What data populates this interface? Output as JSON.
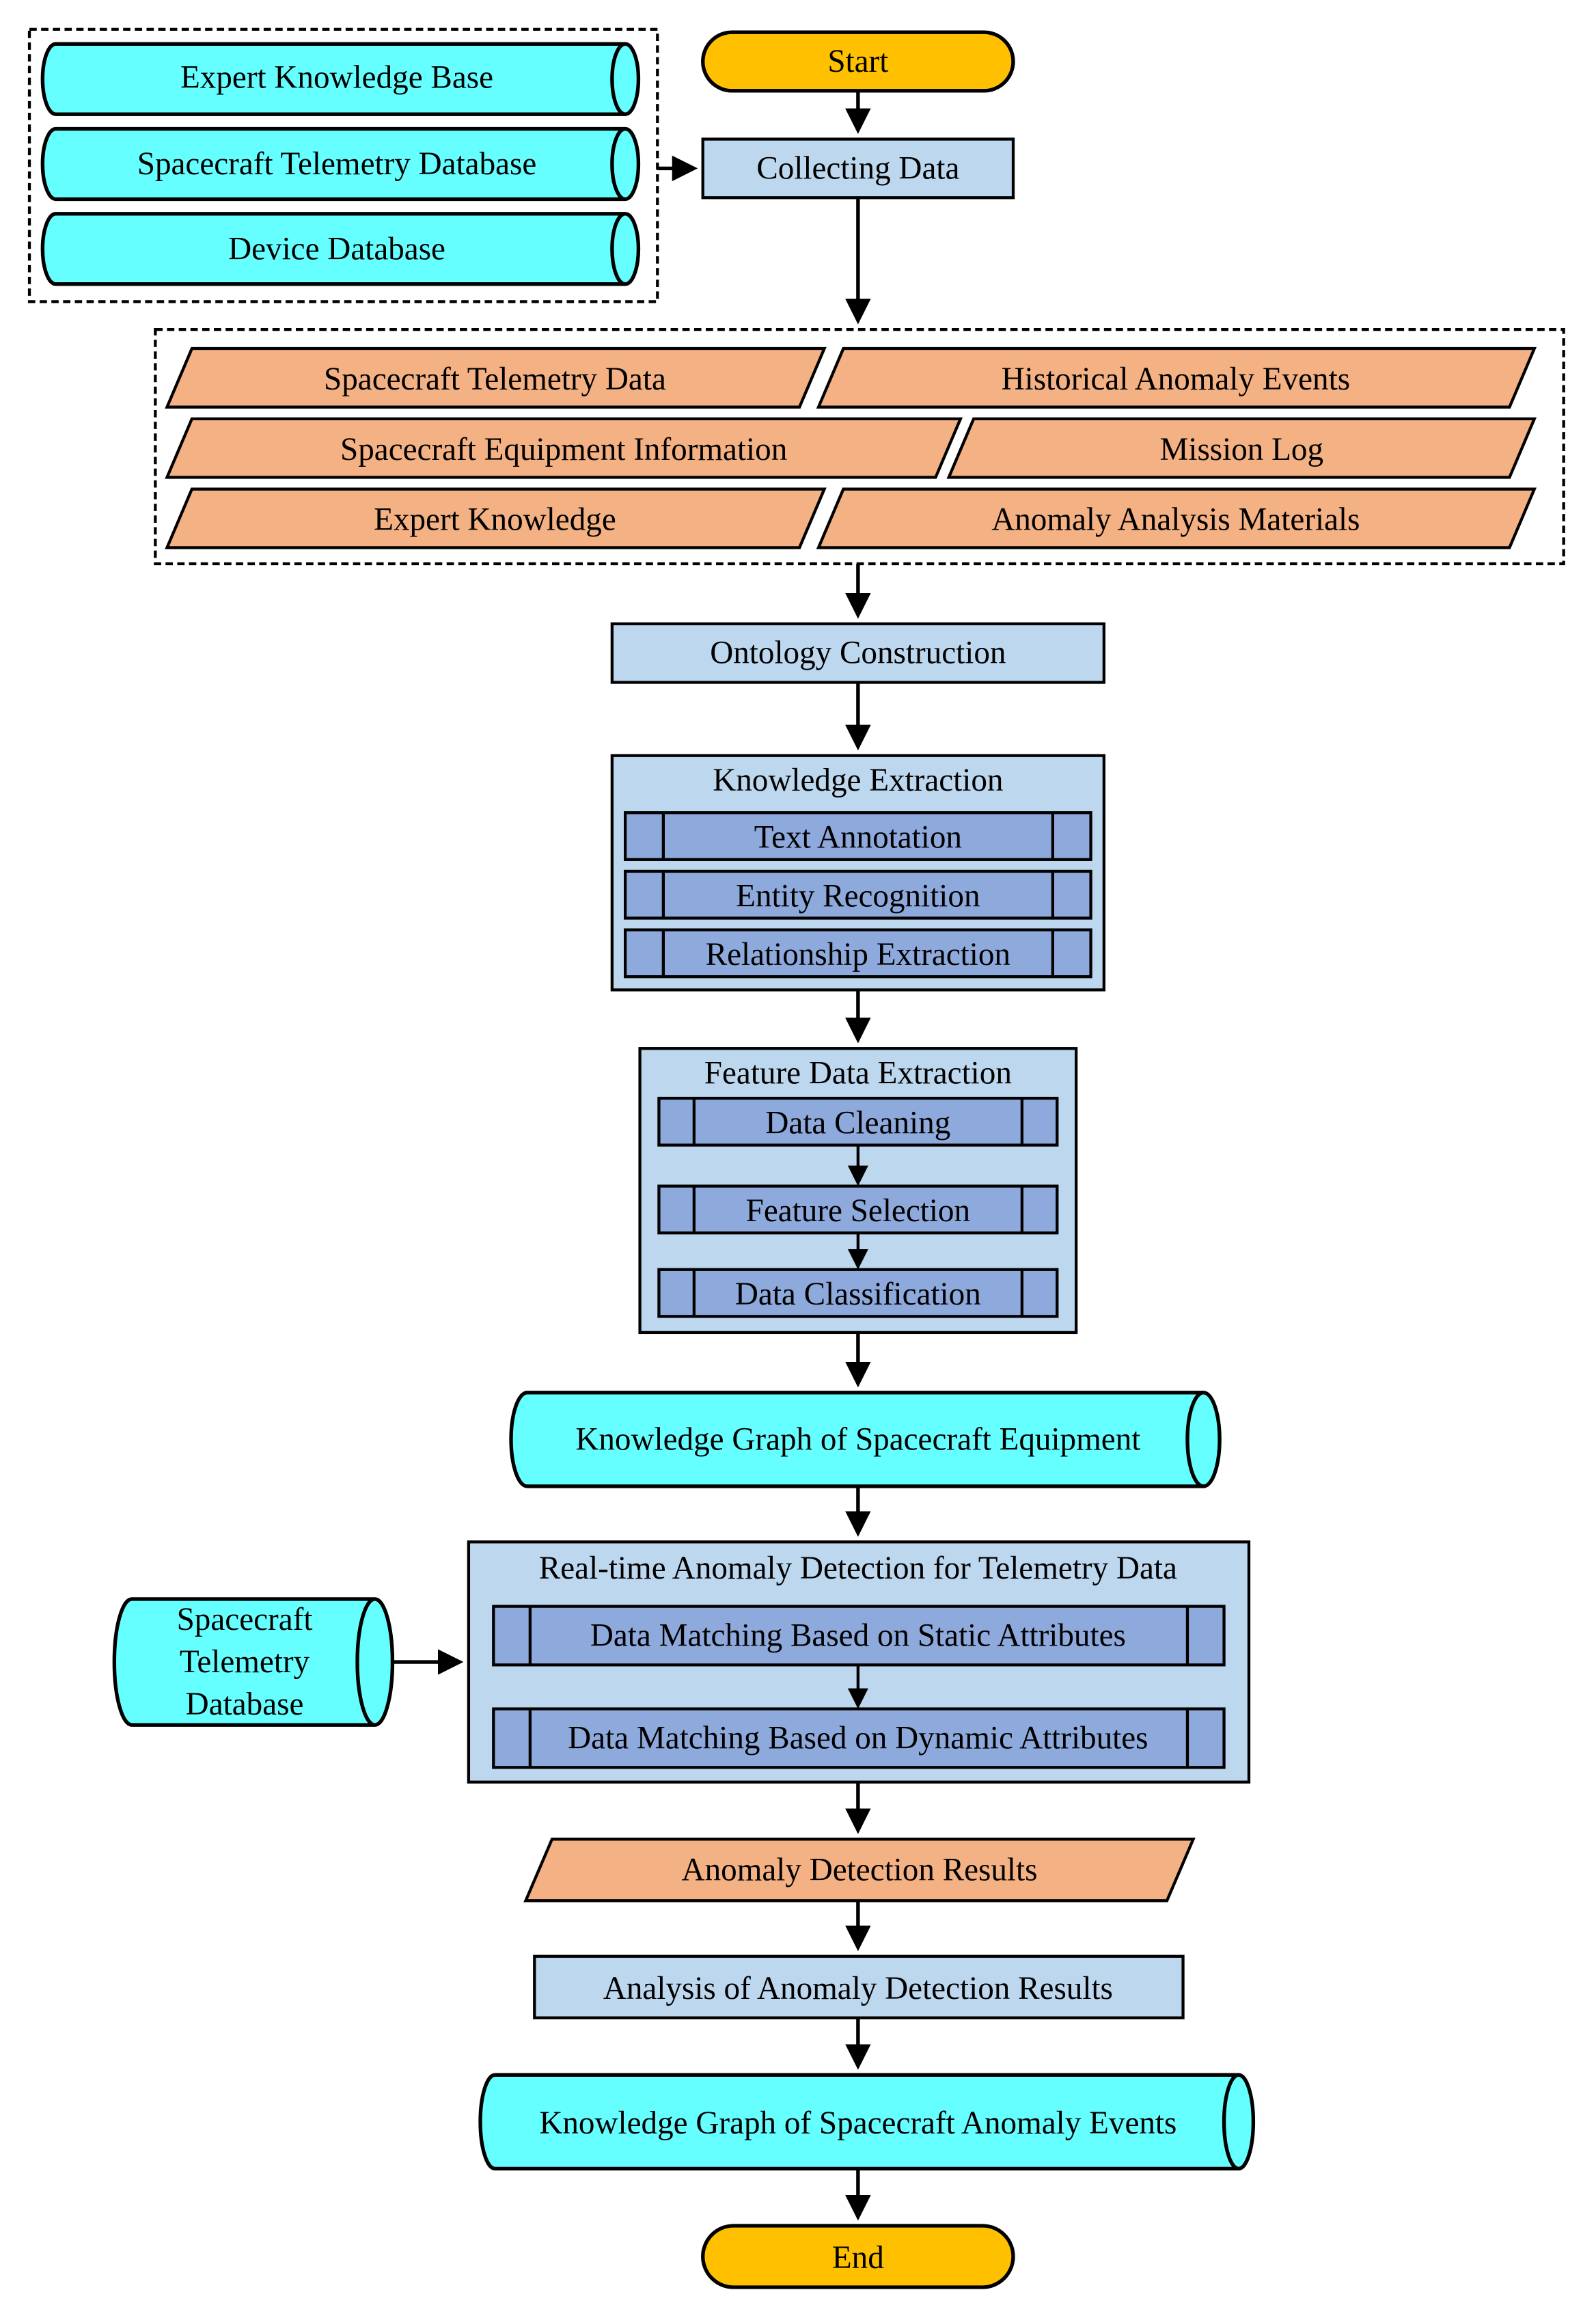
{
  "colors": {
    "terminal": "#FFC000",
    "database": "#66FFFF",
    "process": "#BDD7EE",
    "data_io": "#F4B183",
    "subprocess": "#8EA9DB",
    "line": "#000000"
  },
  "terminals": {
    "start": "Start",
    "end": "End"
  },
  "source_databases": [
    "Expert Knowledge Base",
    "Spacecraft Telemetry Database",
    "Device Database"
  ],
  "steps": {
    "collecting": "Collecting Data",
    "ontology": "Ontology Construction",
    "analysis": "Analysis of Anomaly Detection Results"
  },
  "data_types": {
    "telemetry_data": "Spacecraft Telemetry Data",
    "historical_events": "Historical Anomaly Events",
    "equipment_info": "Spacecraft Equipment Information",
    "mission_log": "Mission Log",
    "expert_knowledge": "Expert Knowledge",
    "analysis_materials": "Anomaly Analysis Materials"
  },
  "knowledge_extraction": {
    "title": "Knowledge Extraction",
    "items": [
      "Text Annotation",
      "Entity Recognition",
      "Relationship Extraction"
    ]
  },
  "feature_extraction": {
    "title": "Feature Data Extraction",
    "items": [
      "Data Cleaning",
      "Feature Selection",
      "Data Classification"
    ]
  },
  "kg_equipment": "Knowledge Graph of Spacecraft Equipment",
  "anomaly_detection": {
    "title": "Real-time Anomaly Detection for Telemetry Data",
    "items": [
      "Data Matching Based on Static Attributes",
      "Data Matching Based on Dynamic Attributes"
    ]
  },
  "telemetry_db_lines": [
    "Spacecraft",
    "Telemetry",
    "Database"
  ],
  "results": "Anomaly Detection Results",
  "kg_events": "Knowledge Graph of Spacecraft Anomaly Events"
}
